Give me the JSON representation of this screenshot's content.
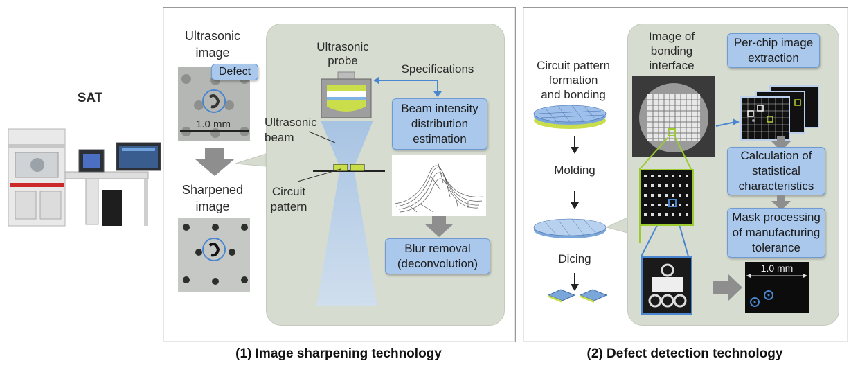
{
  "sat_label": "SAT",
  "panel1": {
    "caption": "(1) Image sharpening technology",
    "ultrasonic_image_label": "Ultrasonic\nimage",
    "defect_label": "Defect",
    "scale_label": "1.0 mm",
    "sharpened_label": "Sharpened\nimage",
    "probe_label": "Ultrasonic\nprobe",
    "specs_label": "Specifications",
    "beam_label": "Ultrasonic\nbeam",
    "circuit_label": "Circuit\npattern",
    "beam_estimation": "Beam intensity\ndistribution\nestimation",
    "blur_removal": "Blur removal\n(deconvolution)"
  },
  "panel2": {
    "caption": "(2) Defect detection technology",
    "step1": "Circuit pattern\nformation\nand bonding",
    "step2": "Molding",
    "step3": "Dicing",
    "bonding_image_label": "Image of\nbonding\ninterface",
    "perchip": "Per-chip image\nextraction",
    "calc": "Calculation of\nstatistical\ncharacteristics",
    "mask": "Mask processing\nof manufacturing\ntolerance",
    "scale_label": "1.0 mm"
  },
  "colors": {
    "panel_bg": "#d6dcd0",
    "blue_box": "#a9c8ec",
    "blue_line": "#4a86d0",
    "chip_green": "#b5d334",
    "arrow_gray": "#8e8e8e"
  }
}
